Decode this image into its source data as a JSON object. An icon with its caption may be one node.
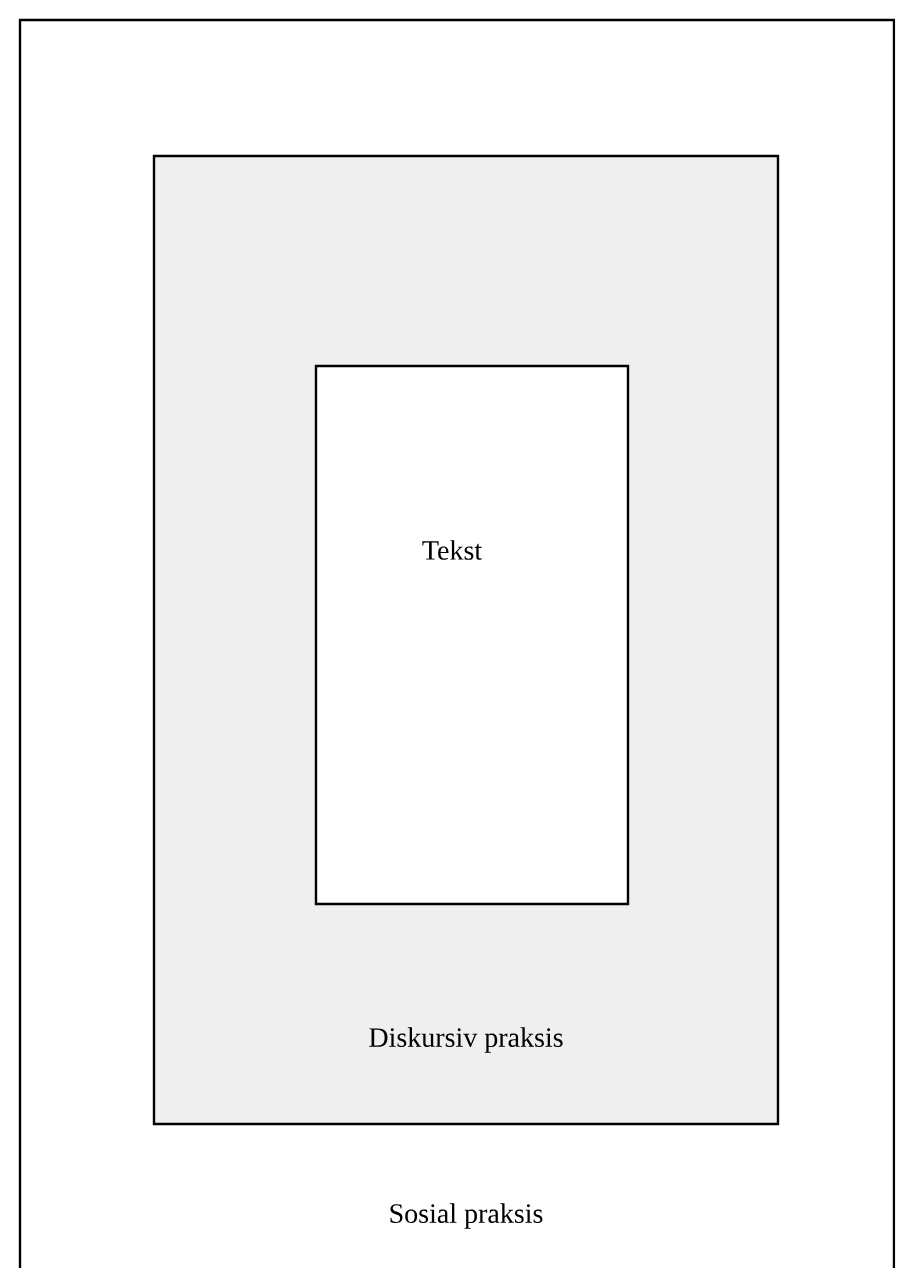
{
  "diagram": {
    "nodes": [
      {
        "text": [
          "Sosial praksis"
        ]
      },
      {
        "text": [
          "Diskursiv praksis"
        ],
        "in": 0
      },
      {
        "text": [
          "Tekst"
        ],
        "in": 1
      }
    ]
  }
}
